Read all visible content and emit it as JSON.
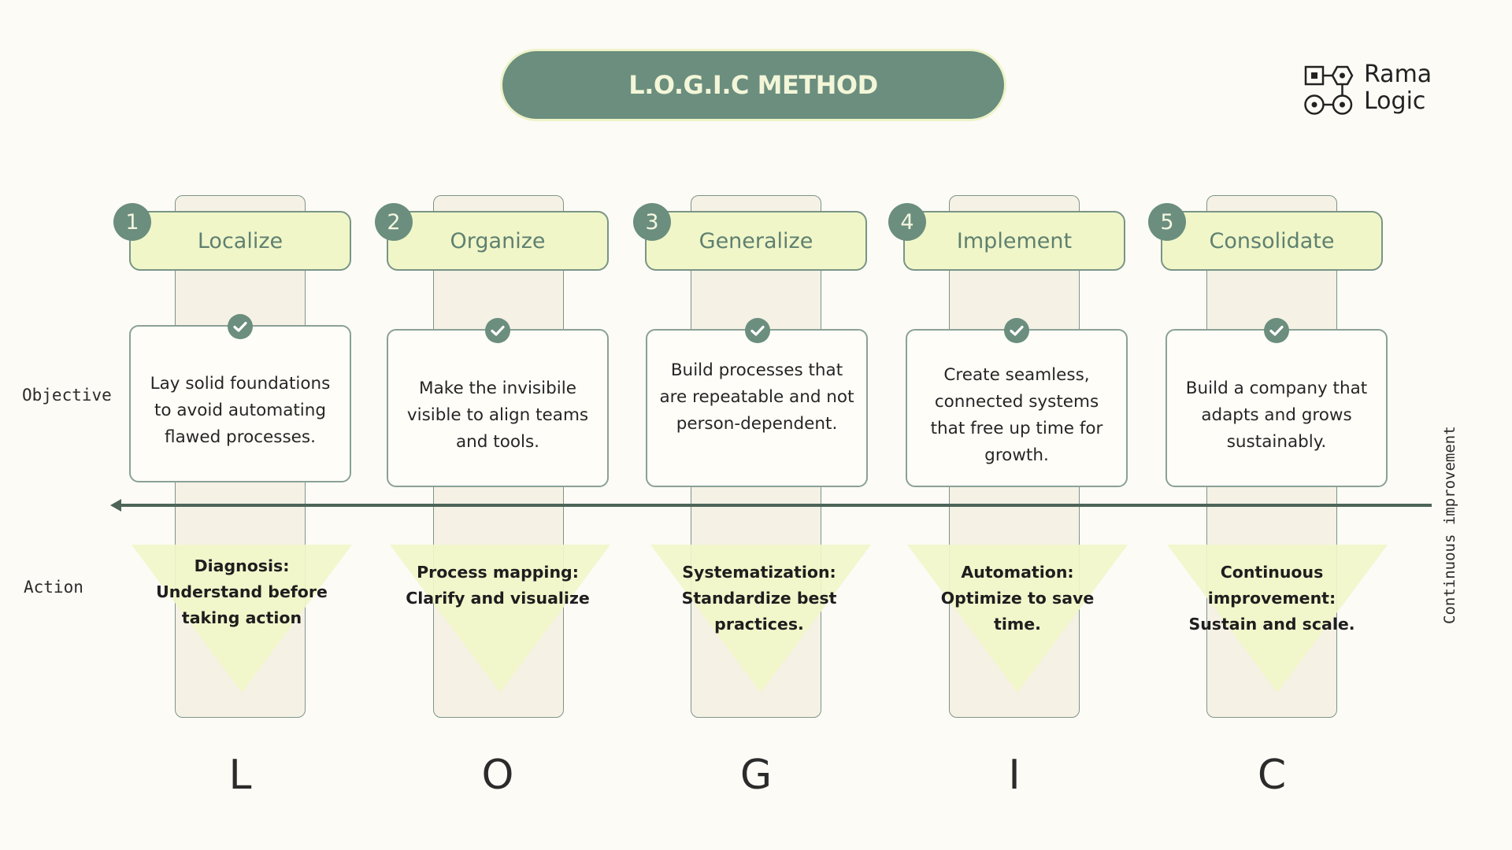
{
  "title": "L.O.G.I.C METHOD",
  "brand": {
    "line1": "Rama",
    "line2": "Logic"
  },
  "row_labels": {
    "objective": "Objective",
    "action": "Action"
  },
  "arrow_label": "Continuous improvement",
  "colors": {
    "accent_green": "#6b8e7e",
    "pale_lime": "#f0f6c8",
    "column_beige": "#f5f1e5",
    "background": "#fcfbf6"
  },
  "steps": [
    {
      "number": "1",
      "name": "Localize",
      "objective": "Lay solid foundations to avoid automating flawed processes.",
      "action": "Diagnosis: Understand before taking action",
      "letter": "L"
    },
    {
      "number": "2",
      "name": "Organize",
      "objective": "Make the invisibile visible to align teams and tools.",
      "action": "Process mapping: Clarify and visualize",
      "letter": "O"
    },
    {
      "number": "3",
      "name": "Generalize",
      "objective": "Build processes that are repeatable and not person-dependent.",
      "action": "Systematization: Standardize best practices.",
      "letter": "G"
    },
    {
      "number": "4",
      "name": "Implement",
      "objective": "Create seamless, connected systems that free up time for growth.",
      "action": "Automation: Optimize to save time.",
      "letter": "I"
    },
    {
      "number": "5",
      "name": "Consolidate",
      "objective": "Build a company that adapts and grows sustainably.",
      "action": "Continuous improvement: Sustain and scale.",
      "letter": "C"
    }
  ]
}
